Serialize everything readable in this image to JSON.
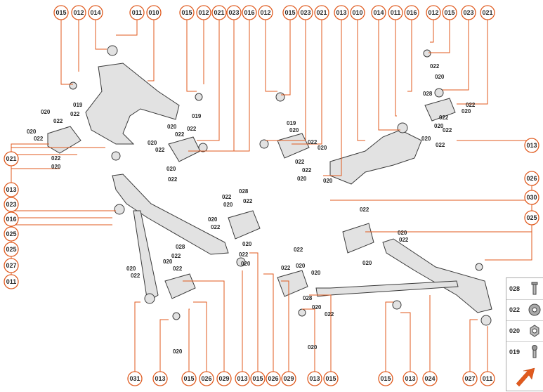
{
  "callouts_top": [
    "015",
    "012",
    "014",
    "011",
    "010",
    "015",
    "012",
    "021",
    "023",
    "016",
    "012",
    "015",
    "023",
    "021",
    "013",
    "010",
    "014",
    "011",
    "016",
    "012",
    "015",
    "023",
    "021"
  ],
  "callouts_left": [
    "021",
    "013",
    "023",
    "016",
    "025",
    "025",
    "027",
    "011"
  ],
  "callouts_right": [
    "026",
    "030",
    "025",
    "013"
  ],
  "callouts_bottom": [
    "031",
    "013",
    "015",
    "026",
    "029",
    "013",
    "015",
    "026",
    "029",
    "013",
    "015",
    "015",
    "013",
    "024",
    "027",
    "011"
  ],
  "small_labels": [
    "019",
    "022",
    "020",
    "022",
    "020",
    "022",
    "022",
    "020",
    "019",
    "022",
    "020",
    "022",
    "020",
    "022",
    "020",
    "022",
    "019",
    "020",
    "022",
    "020",
    "022",
    "022",
    "020",
    "020",
    "022",
    "020",
    "028",
    "022",
    "020",
    "022",
    "020",
    "022",
    "020",
    "022",
    "028",
    "022",
    "020",
    "022",
    "020",
    "022",
    "020",
    "022",
    "020",
    "028",
    "022",
    "020",
    "022",
    "020",
    "022",
    "020",
    "022",
    "020",
    "022",
    "020",
    "028",
    "020",
    "022",
    "020",
    "022",
    "020",
    "022",
    "020"
  ],
  "legend": {
    "items": [
      {
        "code": "028",
        "icon": "bolt-icon"
      },
      {
        "code": "022",
        "icon": "washer-icon"
      },
      {
        "code": "020",
        "icon": "nut-icon"
      },
      {
        "code": "019",
        "icon": "screw-icon"
      }
    ],
    "nav_icon": "next-page-arrow-icon"
  },
  "colors": {
    "accent": "#e05a1e",
    "part_fill": "#dcdcdc",
    "part_stroke": "#3a3a3a"
  }
}
